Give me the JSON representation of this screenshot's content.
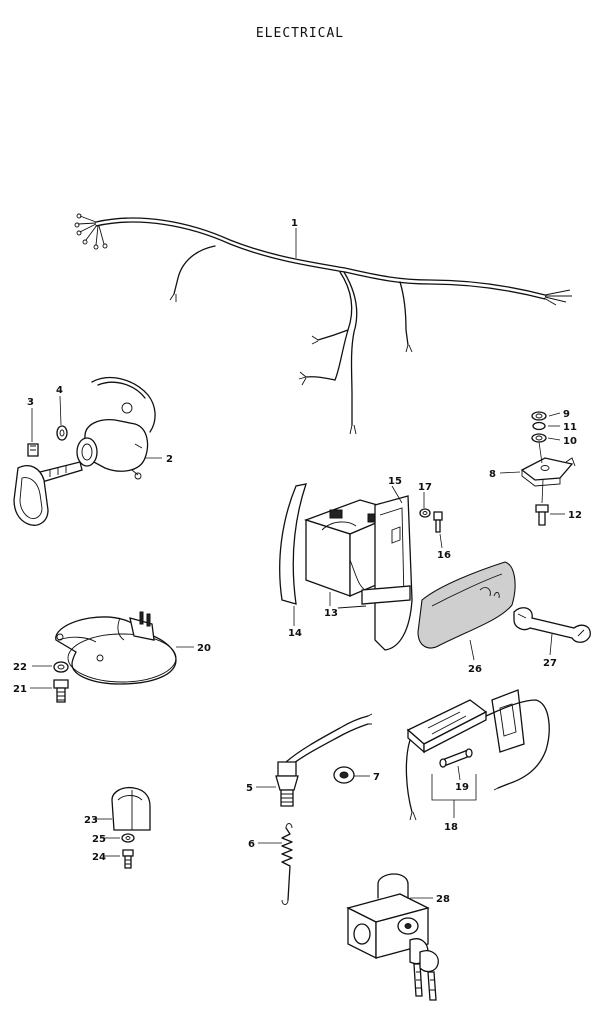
{
  "title": "ELECTRICAL",
  "callouts": {
    "p1": "1",
    "p2": "2",
    "p3": "3",
    "p4": "4",
    "p5": "5",
    "p6": "6",
    "p7": "7",
    "p8": "8",
    "p9": "9",
    "p10": "10",
    "p11": "11",
    "p12": "12",
    "p13": "13",
    "p14": "14",
    "p15": "15",
    "p16": "16",
    "p17": "17",
    "p18": "18",
    "p19": "19",
    "p20": "20",
    "p21": "21",
    "p22": "22",
    "p23": "23",
    "p24": "24",
    "p25": "25",
    "p26": "26",
    "p27": "27",
    "p28": "28"
  }
}
